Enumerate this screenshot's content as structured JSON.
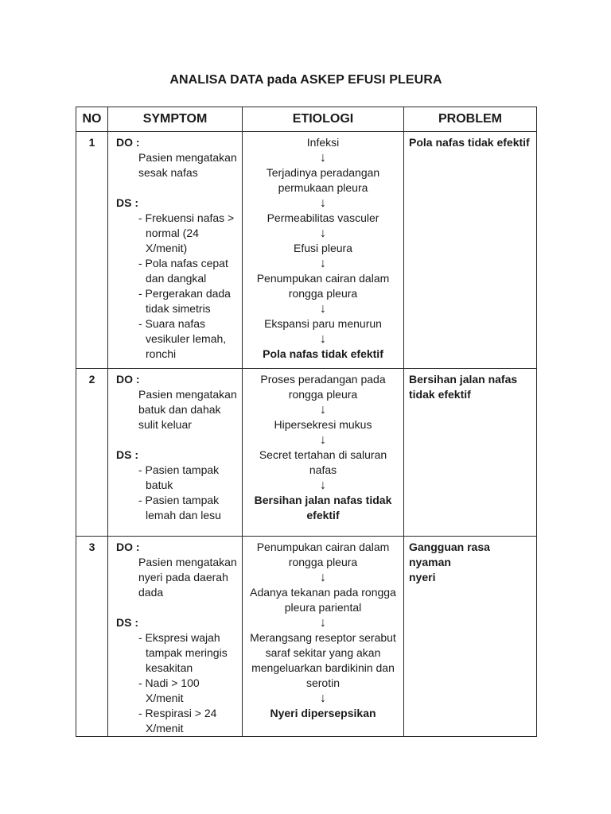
{
  "title": "ANALISA DATA pada ASKEP EFUSI PLEURA",
  "colors": {
    "background": "#ffffff",
    "text": "#1a1a1a",
    "table_border": "#2a2a2a"
  },
  "icons": {
    "down_arrow": "↓"
  },
  "table": {
    "headers": [
      "NO",
      "SYMPTOM",
      "ETIOLOGI",
      "PROBLEM"
    ],
    "rows": [
      {
        "no": "1",
        "symptom": [
          [
            "label",
            "DO :"
          ],
          [
            "ind",
            "Pasien mengatakan"
          ],
          [
            "ind",
            "sesak nafas"
          ],
          [
            "blank",
            ""
          ],
          [
            "label",
            "DS :"
          ],
          [
            "b1",
            "- Frekuensi nafas >"
          ],
          [
            "b2",
            "normal (24"
          ],
          [
            "b2",
            "X/menit)"
          ],
          [
            "b1",
            "- Pola nafas cepat"
          ],
          [
            "b2",
            "dan dangkal"
          ],
          [
            "b1",
            "- Pergerakan dada"
          ],
          [
            "b2",
            "tidak simetris"
          ],
          [
            "b1",
            "- Suara nafas"
          ],
          [
            "b2",
            "vesikuler lemah,"
          ],
          [
            "b2",
            "ronchi"
          ]
        ],
        "etiologi": [
          [
            "c",
            "Infeksi"
          ],
          [
            "a",
            "↓"
          ],
          [
            "c",
            "Terjadinya peradangan"
          ],
          [
            "c",
            "permukaan pleura"
          ],
          [
            "a",
            "↓"
          ],
          [
            "c",
            "Permeabilitas vasculer"
          ],
          [
            "a",
            "↓"
          ],
          [
            "c",
            "Efusi pleura"
          ],
          [
            "a",
            "↓"
          ],
          [
            "c",
            "Penumpukan cairan dalam"
          ],
          [
            "c",
            "rongga pleura"
          ],
          [
            "a",
            "↓"
          ],
          [
            "c",
            "Ekspansi paru menurun"
          ],
          [
            "a",
            "↓"
          ],
          [
            "cb",
            "Pola nafas tidak efektif"
          ]
        ],
        "problem": [
          [
            "pb",
            "Pola nafas tidak efektif"
          ]
        ]
      },
      {
        "no": "2",
        "symptom": [
          [
            "label",
            "DO :"
          ],
          [
            "ind",
            "Pasien mengatakan"
          ],
          [
            "ind",
            "batuk dan dahak"
          ],
          [
            "ind",
            "sulit keluar"
          ],
          [
            "blank",
            ""
          ],
          [
            "label",
            "DS :"
          ],
          [
            "b1",
            "- Pasien tampak"
          ],
          [
            "b2",
            "batuk"
          ],
          [
            "b1",
            "- Pasien tampak"
          ],
          [
            "b2",
            "lemah dan lesu"
          ]
        ],
        "etiologi": [
          [
            "c",
            "Proses peradangan pada"
          ],
          [
            "c",
            "rongga pleura"
          ],
          [
            "a",
            "↓"
          ],
          [
            "c",
            "Hipersekresi mukus"
          ],
          [
            "a",
            "↓"
          ],
          [
            "c",
            "Secret tertahan di saluran"
          ],
          [
            "c",
            "nafas"
          ],
          [
            "a",
            "↓"
          ],
          [
            "cb",
            "Bersihan jalan nafas tidak"
          ],
          [
            "cb",
            "efektif"
          ]
        ],
        "problem": [
          [
            "pb",
            "Bersihan jalan nafas"
          ],
          [
            "pb",
            "tidak efektif"
          ]
        ]
      },
      {
        "no": "3",
        "symptom": [
          [
            "label",
            "DO :"
          ],
          [
            "ind",
            "Pasien mengatakan"
          ],
          [
            "ind",
            "nyeri pada daerah"
          ],
          [
            "ind",
            "dada"
          ],
          [
            "blank",
            ""
          ],
          [
            "label",
            "DS :"
          ],
          [
            "b1",
            "- Ekspresi wajah"
          ],
          [
            "b2",
            "tampak meringis"
          ],
          [
            "b2",
            "kesakitan"
          ],
          [
            "b1",
            "- Nadi > 100"
          ],
          [
            "b2",
            "X/menit"
          ],
          [
            "b1",
            "- Respirasi > 24"
          ],
          [
            "b2",
            "X/menit"
          ]
        ],
        "etiologi": [
          [
            "c",
            "Penumpukan cairan dalam"
          ],
          [
            "c",
            "rongga pleura"
          ],
          [
            "a",
            "↓"
          ],
          [
            "c",
            "Adanya tekanan pada rongga"
          ],
          [
            "c",
            "pleura pariental"
          ],
          [
            "a",
            "↓"
          ],
          [
            "c",
            "Merangsang reseptor serabut"
          ],
          [
            "c",
            "saraf sekitar yang akan"
          ],
          [
            "c",
            "mengeluarkan bardikinin dan"
          ],
          [
            "c",
            "serotin"
          ],
          [
            "a",
            "↓"
          ],
          [
            "cb",
            "Nyeri dipersepsikan"
          ]
        ],
        "problem": [
          [
            "pb",
            "Gangguan rasa nyaman"
          ],
          [
            "pb",
            "nyeri"
          ]
        ]
      }
    ]
  }
}
